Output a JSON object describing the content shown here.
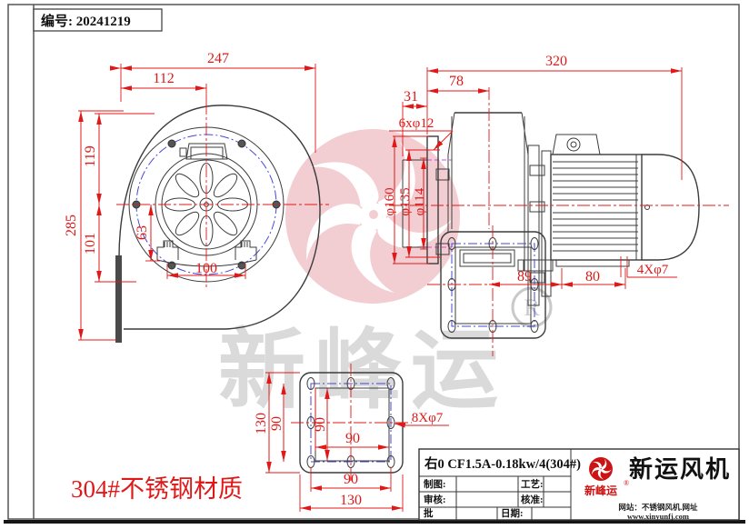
{
  "header": {
    "number": "编号: 20241219"
  },
  "front_view": {
    "dims": {
      "width_total": "247",
      "width_to_center": "112",
      "height_upper": "119",
      "height_total": "285",
      "height_lower": "101",
      "foot_rise": "63",
      "foot_spacing": "100"
    }
  },
  "side_view": {
    "dims": {
      "length_total": "320",
      "housing_depth": "78",
      "inlet_depth": "31",
      "inlet_holes": "6xφ12",
      "flange_od": "φ160",
      "bolt_circle": "φ135",
      "inlet_id": "φ114",
      "foot_pos": "89",
      "foot_span": "80",
      "foot_holes": "4Xφ7"
    }
  },
  "flange_view": {
    "dims": {
      "outer_h": "130",
      "bolt_h": "90",
      "inner_h": "90",
      "inner_w": "90",
      "bolt_w": "90",
      "outer_w": "130",
      "holes": "8Xφ7"
    }
  },
  "notes": {
    "material": "304#不锈钢材质"
  },
  "watermark": {
    "brand": "新峰运",
    "registered": "R"
  },
  "title_block": {
    "model": "右0 CF1.5A-0.18kw/4(304#)",
    "labels": {
      "drawn": "制图:",
      "process": "工艺:",
      "checked": "审核:",
      "approved": "核准:",
      "batch": "批",
      "date": "日期:"
    },
    "company": {
      "brand_small": "新峰运",
      "brand_mark": "®",
      "name": "新运风机",
      "site": "网站：不锈钢风机.网址",
      "url": "www.xinyunfj.com"
    }
  },
  "colors": {
    "line": "#3c3c3c",
    "dimension_red": "#e01818",
    "centerline_blue": "#4747d6",
    "hidden_magenta": "#dd44dd",
    "watermark_pink": "#f2ced2",
    "watermark_gray": "#dadada",
    "brand_red": "#cc1212"
  }
}
